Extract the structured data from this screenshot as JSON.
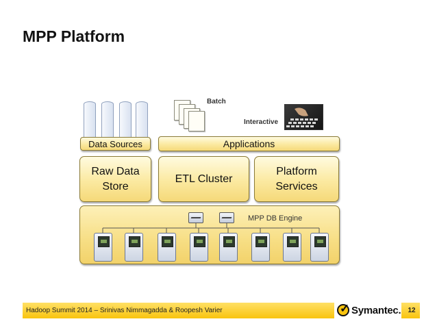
{
  "slide": {
    "title": "MPP Platform",
    "page_number": "12"
  },
  "diagram": {
    "batch_label": "Batch",
    "interactive_label": "Interactive",
    "data_sources_label": "Data Sources",
    "applications_label": "Applications",
    "raw_data_store_label": "Raw Data\nStore",
    "etl_cluster_label": "ETL Cluster",
    "platform_services_label": "Platform\nServices",
    "mpp_db_engine_label": "MPP DB Engine",
    "server_count": 8,
    "switch_count": 2,
    "data_source_count": 4
  },
  "footer": {
    "text": "Hadoop Summit 2014 – Srinivas Nimmagadda & Roopesh Varier",
    "logo_text": "Symantec.",
    "logo_icon": "checkmark-badge-icon"
  },
  "colors": {
    "box_fill": "#fbe9a0",
    "box_border": "#8a7a35",
    "engine_fill": "#f7de84",
    "footer_bar": "#f9c40e",
    "server_fill": "#d8e1f0"
  }
}
